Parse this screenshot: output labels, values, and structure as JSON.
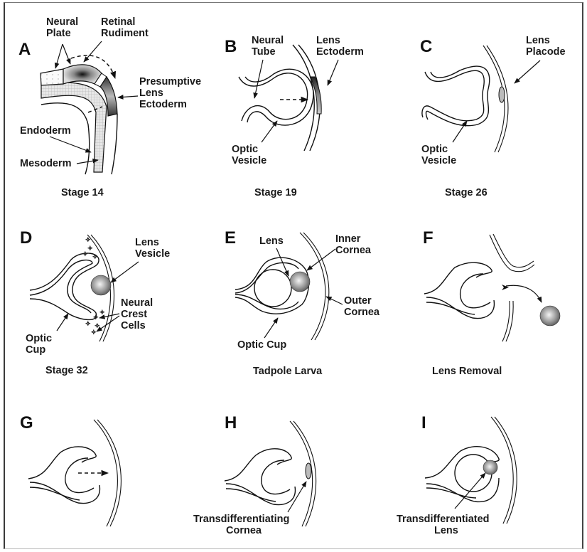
{
  "figure": {
    "title": "Lens development and lens regeneration by cornea transdifferentiation",
    "panels": [
      {
        "letter": "A",
        "stage": "Stage 14",
        "labels": {
          "neural_plate": [
            "Neural",
            "Plate"
          ],
          "retinal_rudiment": [
            "Retinal",
            "Rudiment"
          ],
          "presumptive_lens_ectoderm": [
            "Presumptive",
            "Lens",
            "Ectoderm"
          ],
          "endoderm": [
            "Endoderm"
          ],
          "mesoderm": [
            "Mesoderm"
          ]
        }
      },
      {
        "letter": "B",
        "stage": "Stage 19",
        "labels": {
          "neural_tube": [
            "Neural",
            "Tube"
          ],
          "lens_ectoderm": [
            "Lens",
            "Ectoderm"
          ],
          "optic_vesicle": [
            "Optic",
            "Vesicle"
          ]
        }
      },
      {
        "letter": "C",
        "stage": "Stage 26",
        "labels": {
          "lens_placode": [
            "Lens",
            "Placode"
          ],
          "optic_vesicle": [
            "Optic",
            "Vesicle"
          ]
        }
      },
      {
        "letter": "D",
        "stage": "Stage 32",
        "labels": {
          "lens_vesicle": [
            "Lens",
            "Vesicle"
          ],
          "neural_crest_cells": [
            "Neural",
            "Crest",
            "Cells"
          ],
          "optic_cup": [
            "Optic",
            "Cup"
          ]
        }
      },
      {
        "letter": "E",
        "stage": "Tadpole Larva",
        "labels": {
          "lens": [
            "Lens"
          ],
          "inner_cornea": [
            "Inner",
            "Cornea"
          ],
          "outer_cornea": [
            "Outer",
            "Cornea"
          ],
          "optic_cup": [
            "Optic Cup"
          ]
        }
      },
      {
        "letter": "F",
        "stage": "Lens Removal",
        "labels": {}
      },
      {
        "letter": "G",
        "stage": "",
        "labels": {}
      },
      {
        "letter": "H",
        "stage": "",
        "labels": {
          "transdifferentiating_cornea": [
            "Transdifferentiating",
            "Cornea"
          ]
        }
      },
      {
        "letter": "I",
        "stage": "",
        "labels": {
          "transdifferentiated_lens": [
            "Transdifferentiated",
            "Lens"
          ]
        }
      }
    ]
  }
}
